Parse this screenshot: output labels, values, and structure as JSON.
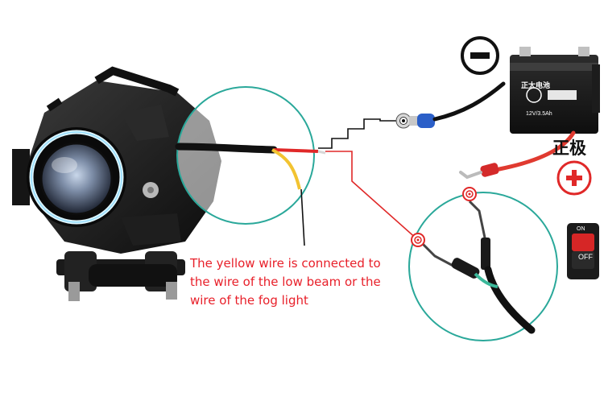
{
  "caption": {
    "line1": "The yellow wire is connected to",
    "line2": "the wire of the low beam or the",
    "line3": " wire of the fog light"
  },
  "battery": {
    "positive_label": "正极",
    "brand_text": "正太电池",
    "sub_text": "12V/3.5Ah"
  },
  "switch": {
    "on_label": "ON",
    "off_label": "OFF"
  },
  "colors": {
    "circle_teal": "#2aa89a",
    "red_wire": "#e02828",
    "caption_red": "#e8202a",
    "yellow_wire": "#f2c331",
    "green_wire": "#3bb89a"
  }
}
